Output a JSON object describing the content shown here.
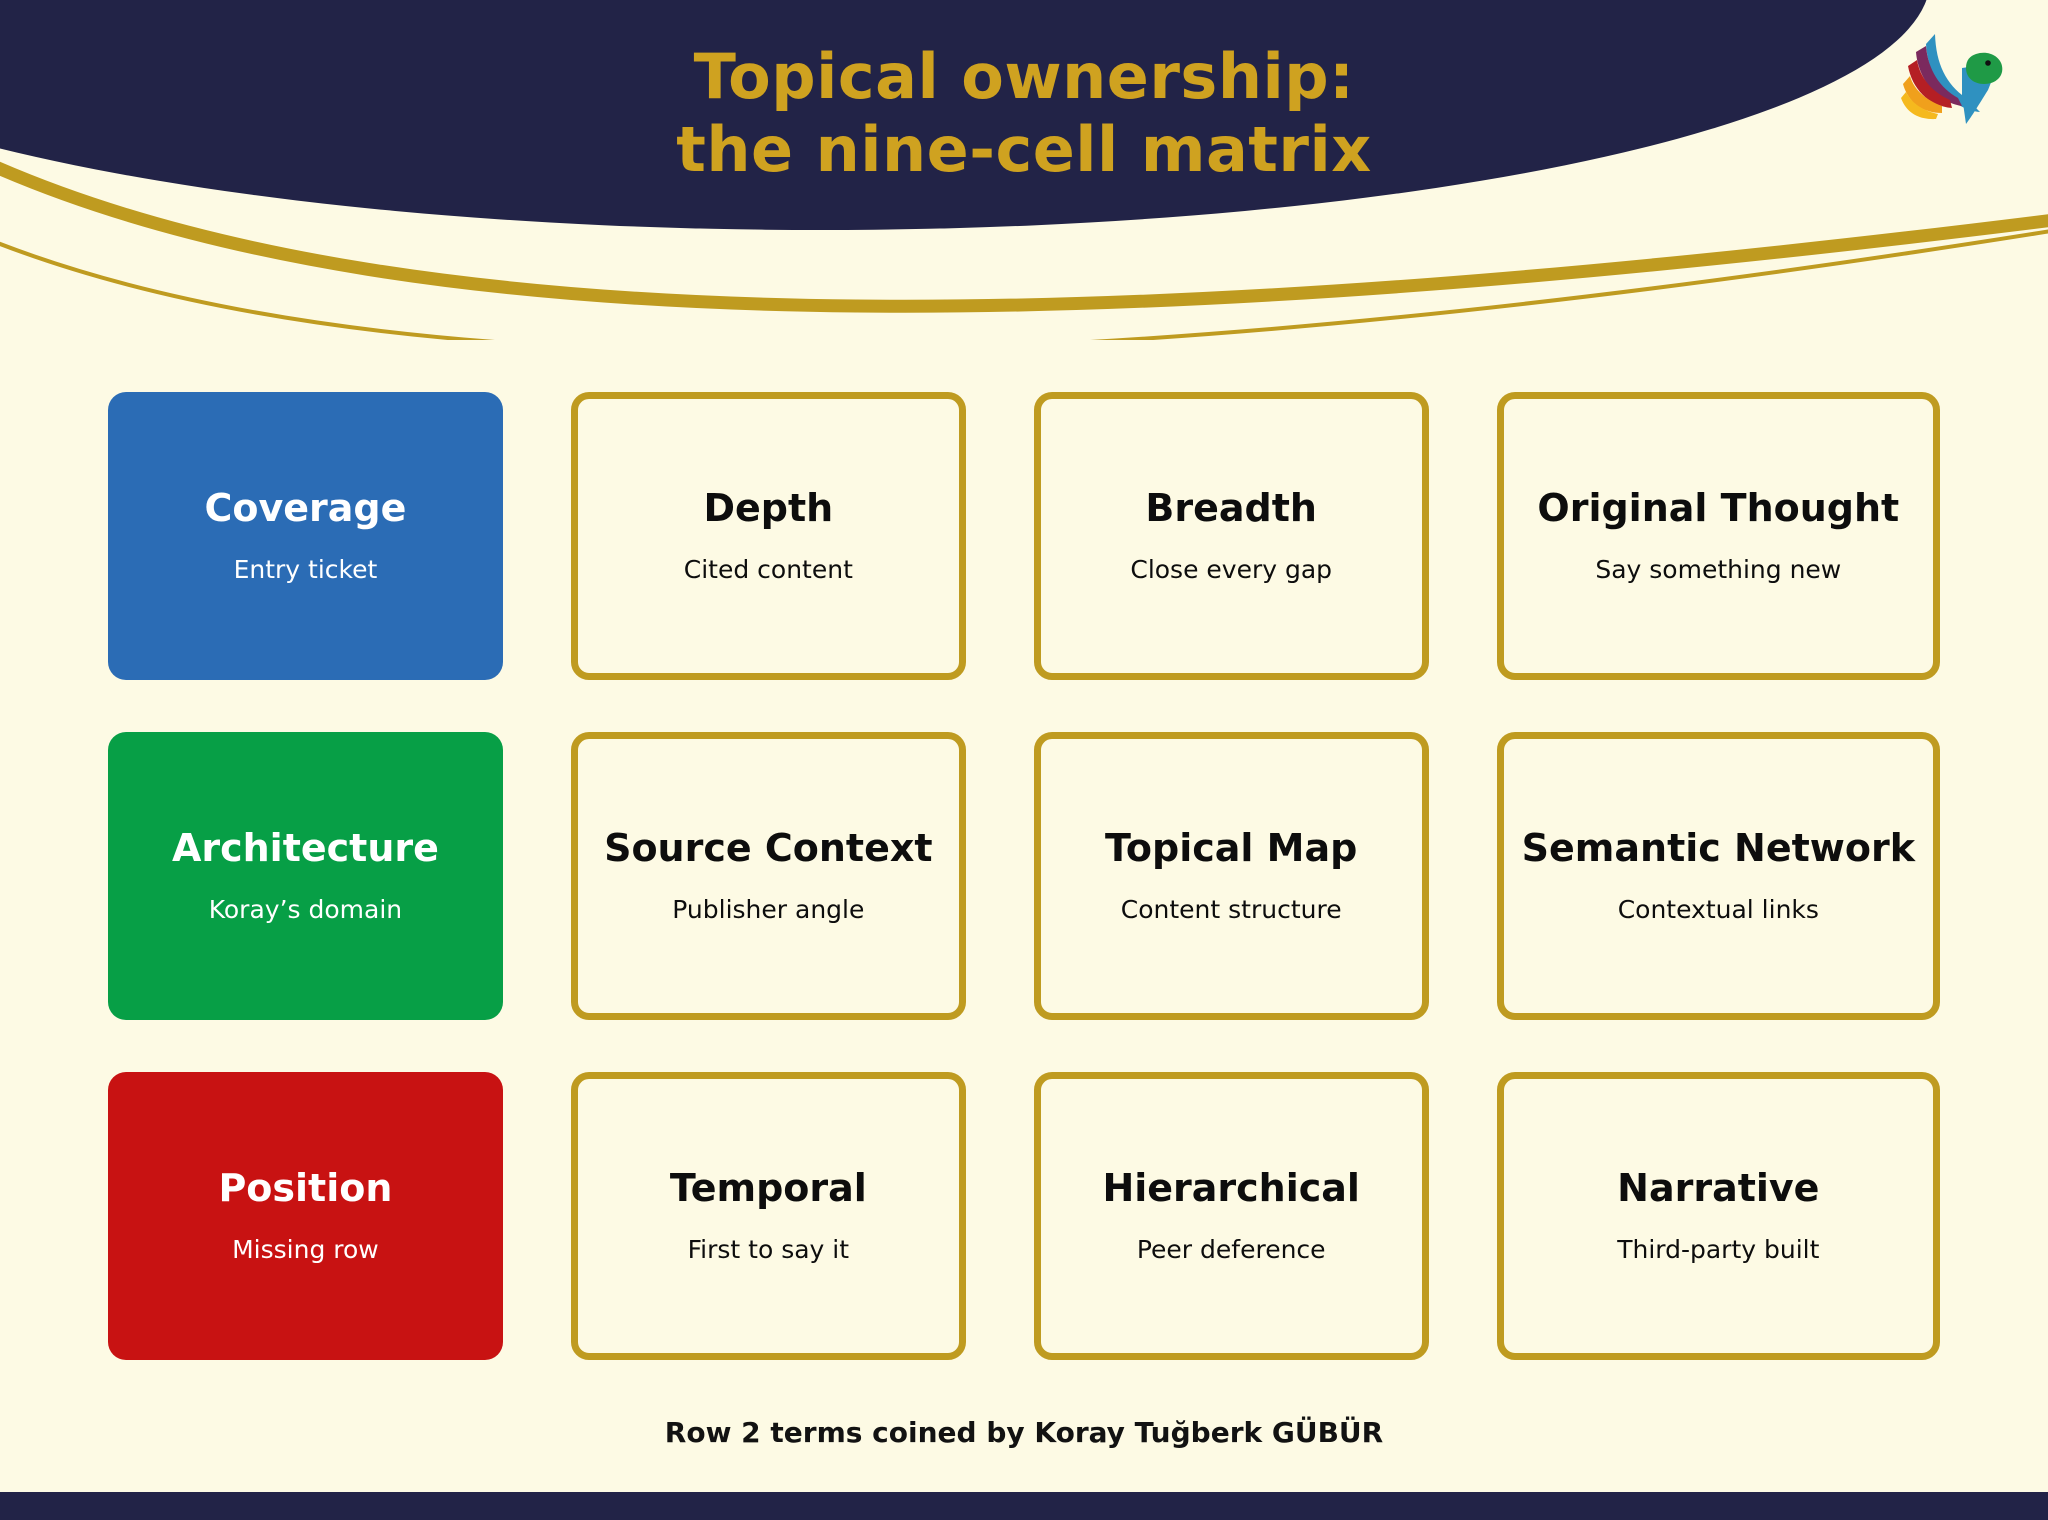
{
  "theme": {
    "background": "#fdfae4",
    "navy": "#222347",
    "gold": "#bf9b20",
    "title_gold": "#cfa220",
    "blue": "#2b6cb5",
    "green": "#079f46",
    "red": "#c81212",
    "text_dark": "#0d0d0d",
    "text_light": "#ffffff"
  },
  "header": {
    "title_line_1": "Topical ownership:",
    "title_line_2": "the nine-cell matrix",
    "logo_name": "bird-logo"
  },
  "matrix": {
    "rows": [
      {
        "label": {
          "title": "Coverage",
          "sub": "Entry ticket",
          "color": "#2b6cb5",
          "name": "coverage"
        },
        "cells": [
          {
            "title": "Depth",
            "sub": "Cited content",
            "name": "depth"
          },
          {
            "title": "Breadth",
            "sub": "Close every gap",
            "name": "breadth"
          },
          {
            "title": "Original Thought",
            "sub": "Say something new",
            "name": "original-thought"
          }
        ]
      },
      {
        "label": {
          "title": "Architecture",
          "sub": "Koray’s domain",
          "color": "#079f46",
          "name": "architecture"
        },
        "cells": [
          {
            "title": "Source Context",
            "sub": "Publisher angle",
            "name": "source-context"
          },
          {
            "title": "Topical Map",
            "sub": "Content structure",
            "name": "topical-map"
          },
          {
            "title": "Semantic Network",
            "sub": "Contextual links",
            "name": "semantic-network"
          }
        ]
      },
      {
        "label": {
          "title": "Position",
          "sub": "Missing row",
          "color": "#c81212",
          "name": "position"
        },
        "cells": [
          {
            "title": "Temporal",
            "sub": "First to say it",
            "name": "temporal"
          },
          {
            "title": "Hierarchical",
            "sub": "Peer deference",
            "name": "hierarchical"
          },
          {
            "title": "Narrative",
            "sub": "Third-party built",
            "name": "narrative"
          }
        ]
      }
    ]
  },
  "footer": {
    "note": "Row 2 terms coined by Koray Tuğberk GÜBÜR"
  }
}
